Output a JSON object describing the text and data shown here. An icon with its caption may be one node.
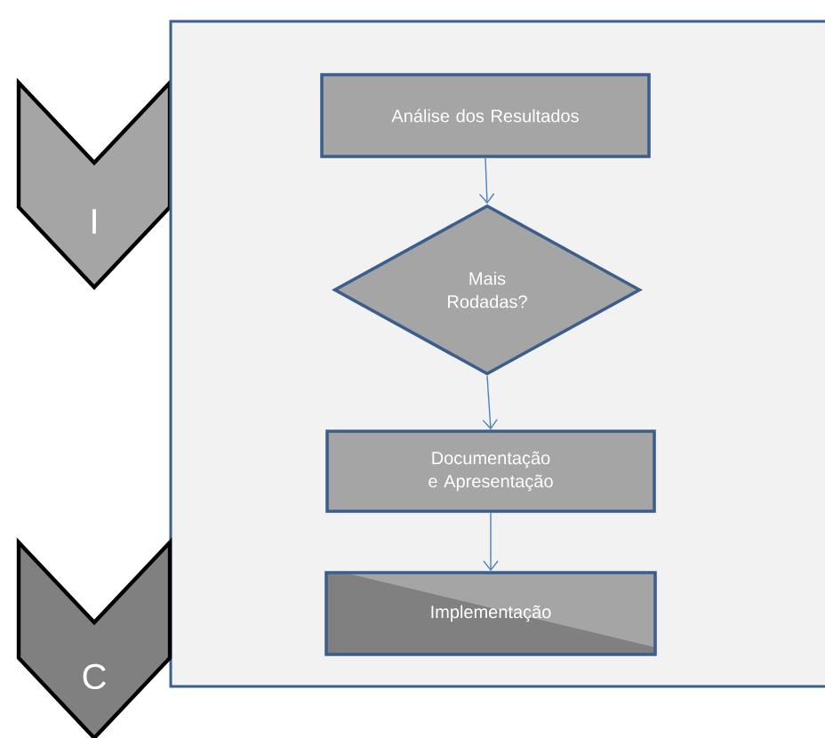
{
  "diagram": {
    "nodes": [
      {
        "text": [
          "I"
        ]
      },
      {
        "text": [],
        "shape": "box"
      },
      {
        "text": [
          "Análise dos Resultados"
        ],
        "in": 1
      },
      {
        "text": [
          "Mais Rodadas?"
        ],
        "in": 1
      },
      {
        "text": [
          "Documentação e Apresentação"
        ],
        "in": 1
      },
      {
        "text": [
          "Implementação"
        ],
        "in": 1
      },
      {
        "text": [
          "C"
        ]
      }
    ],
    "edges": [
      {
        "from": 2,
        "to": 3,
        "arrow": "to"
      },
      {
        "from": 3,
        "to": 4,
        "arrow": "to"
      },
      {
        "from": 4,
        "to": 5,
        "arrow": "to"
      }
    ]
  }
}
